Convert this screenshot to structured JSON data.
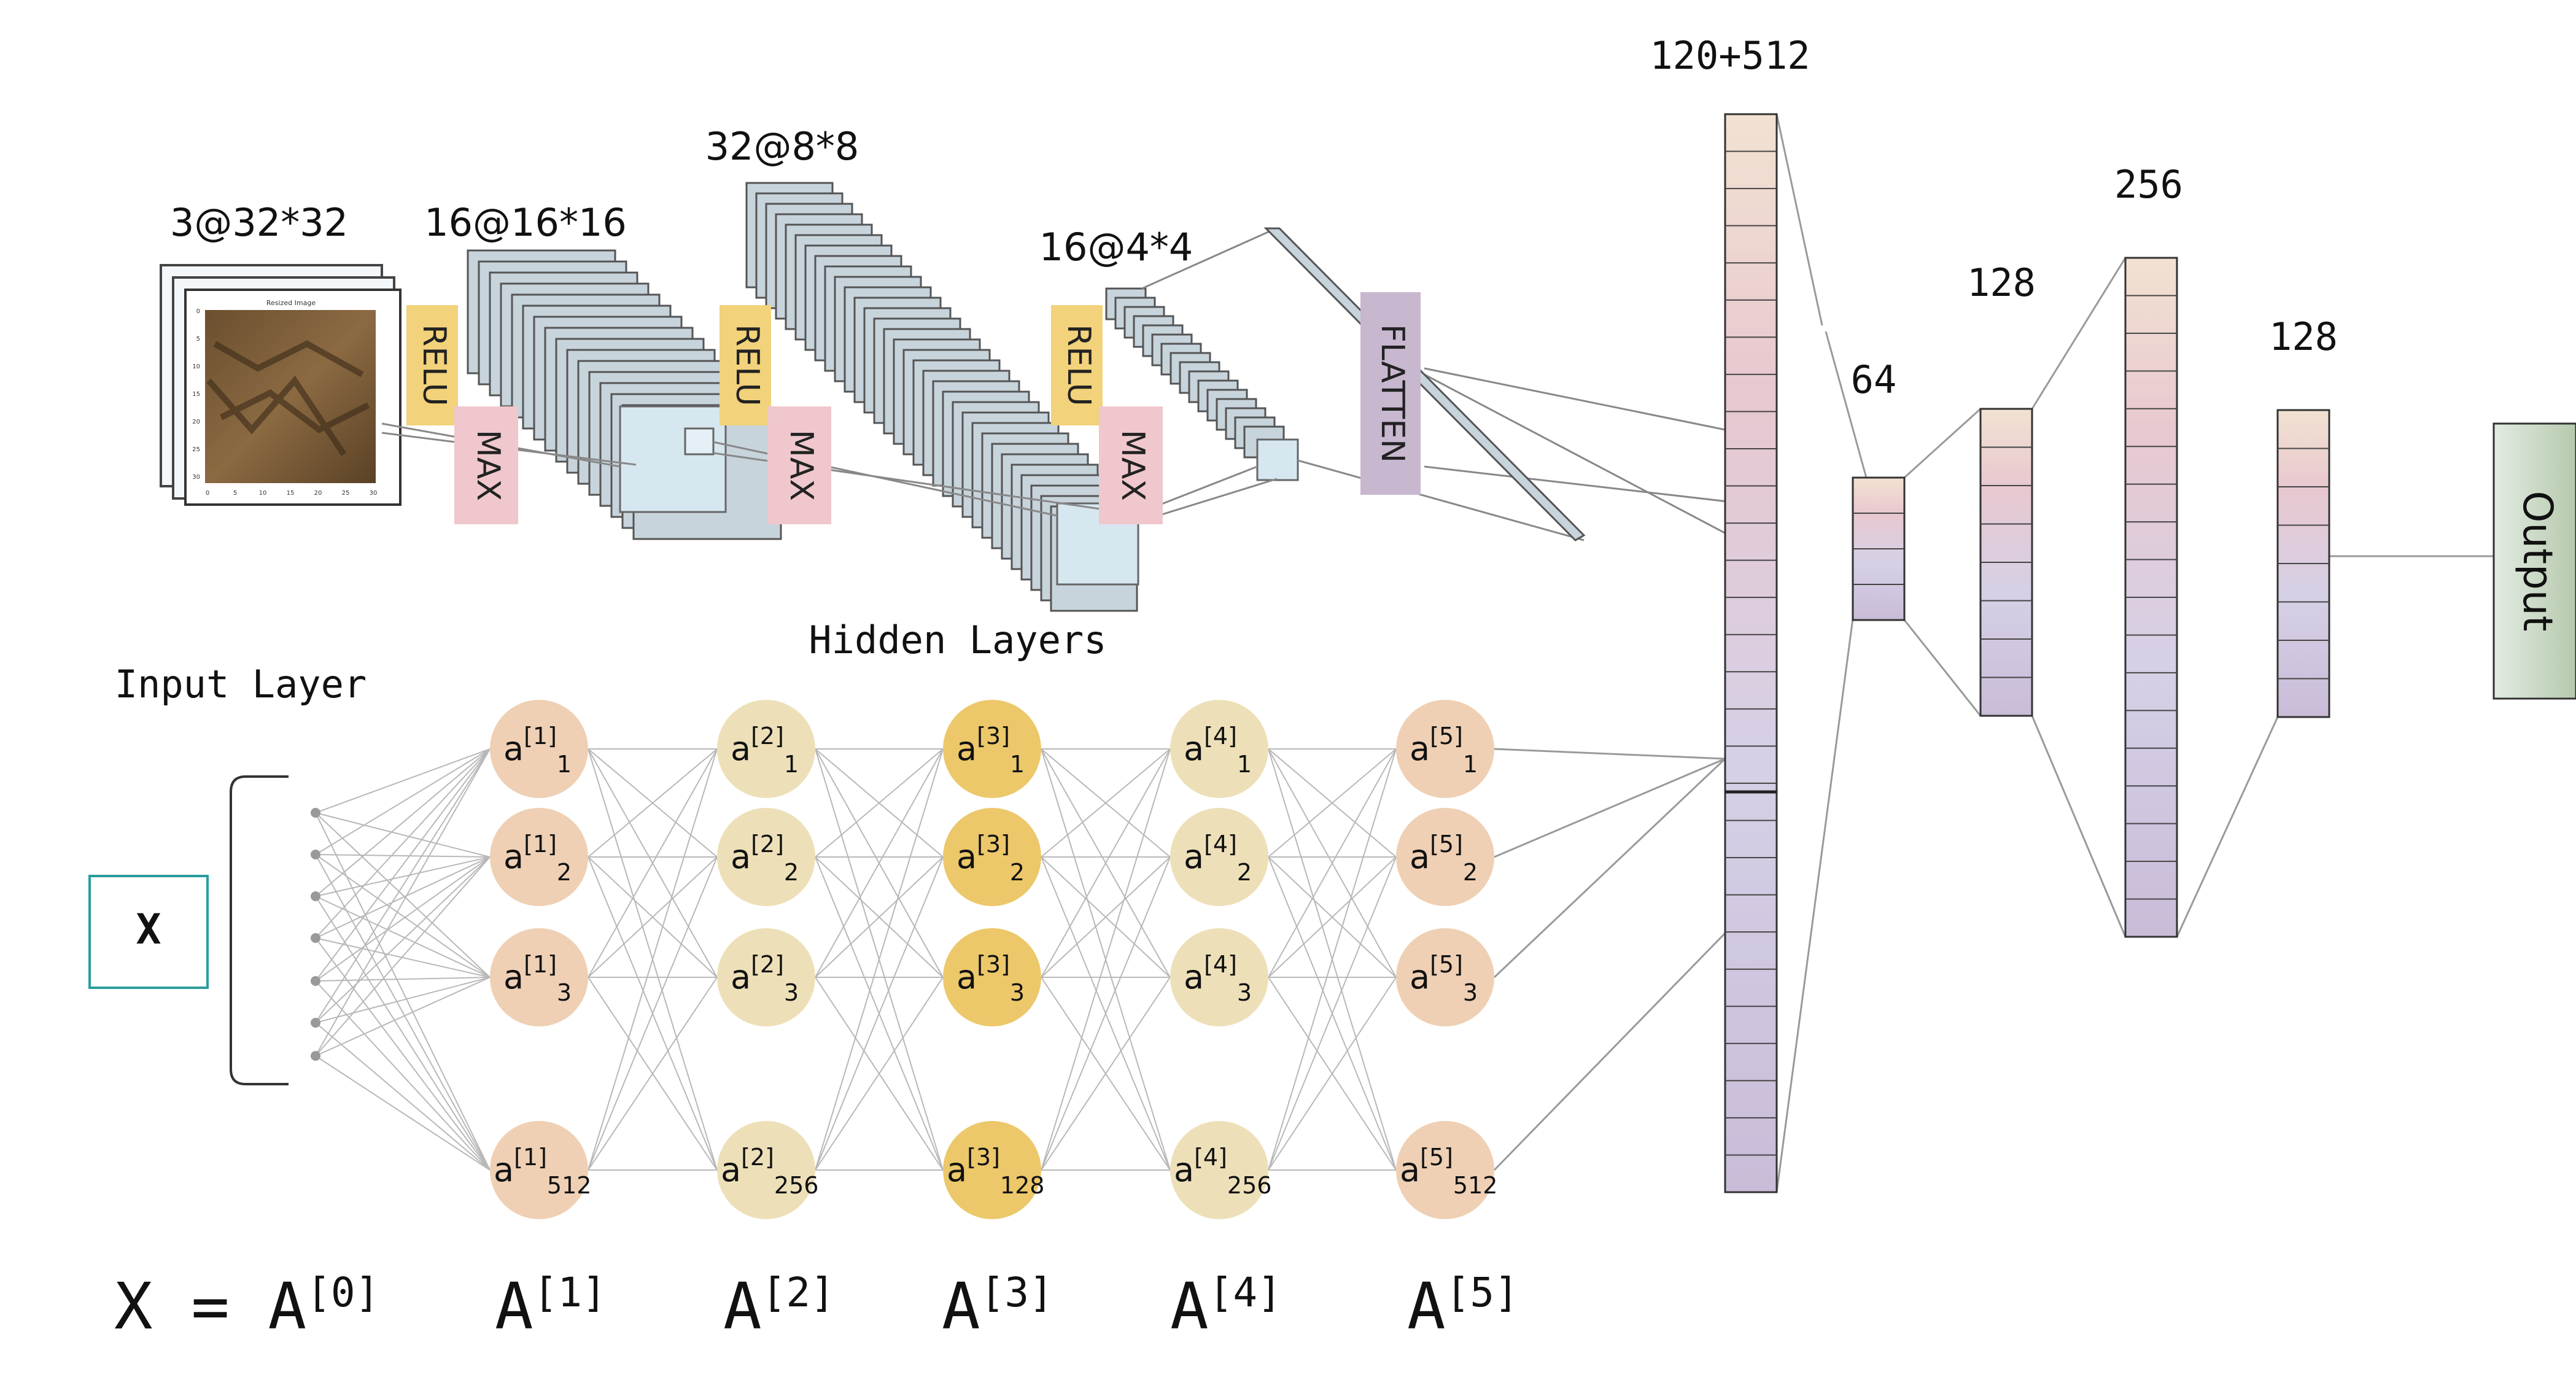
{
  "cnn": {
    "stage_labels": [
      "3@32*32",
      "16@16*16",
      "32@8*8",
      "16@4*4"
    ],
    "op_labels": {
      "relu": "RELU",
      "max": "MAX",
      "flatten": "FLATTEN"
    },
    "thumbnail_title": "Resized Image",
    "thumbnail_ticks": [
      "0",
      "5",
      "10",
      "15",
      "20",
      "25",
      "30"
    ]
  },
  "dense": {
    "column_labels": [
      "120+512",
      "64",
      "128",
      "256",
      "128"
    ],
    "output_label": "Output"
  },
  "mlp": {
    "input_layer_label": "Input Layer",
    "hidden_layers_label": "Hidden Layers",
    "input_box_label": "X",
    "layers": [
      {
        "bottom_label": "A[1]",
        "name": "a",
        "sup": "[1]",
        "subs": [
          "1",
          "2",
          "3",
          "512"
        ]
      },
      {
        "bottom_label": "A[2]",
        "name": "a",
        "sup": "[2]",
        "subs": [
          "1",
          "2",
          "3",
          "256"
        ]
      },
      {
        "bottom_label": "A[3]",
        "name": "a",
        "sup": "[3]",
        "subs": [
          "1",
          "2",
          "3",
          "128"
        ]
      },
      {
        "bottom_label": "A[4]",
        "name": "a",
        "sup": "[4]",
        "subs": [
          "1",
          "2",
          "3",
          "256"
        ]
      },
      {
        "bottom_label": "A[5]",
        "name": "a",
        "sup": "[5]",
        "subs": [
          "1",
          "2",
          "3",
          "512"
        ]
      }
    ],
    "x_equals_label": "X = A[0]"
  },
  "colors": {
    "cnn_block_face": "#c8d4dc",
    "cnn_block_edge": "#555555",
    "cnn_pool_window": "#d6e7f0",
    "relu_fill": "#f2d27a",
    "max_fill": "#efc7cc",
    "flatten_fill": "#c7b7cf",
    "node_outer": "#efd0b4",
    "node_inner": "#ede0b8",
    "node_middle": "#ecc86a",
    "output_box_top": "#d9e6dc",
    "output_box_bottom": "#b9cdb5",
    "input_box_stroke": "#2a9d9d",
    "line_gray": "#9a9a9a"
  }
}
